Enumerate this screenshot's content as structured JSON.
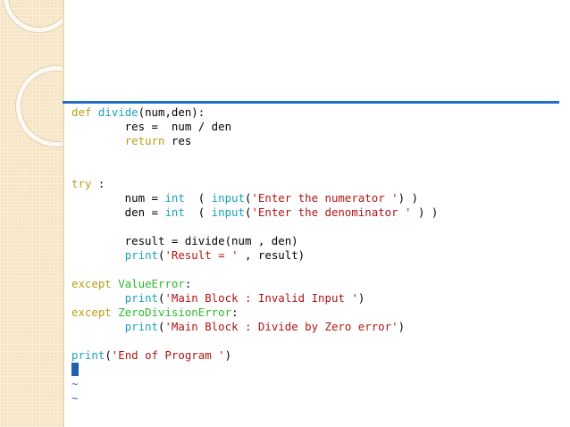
{
  "code": {
    "lines": [
      [
        {
          "t": "def",
          "c": "kw"
        },
        {
          "t": " "
        },
        {
          "t": "divide",
          "c": "fn"
        },
        {
          "t": "(num,den):"
        }
      ],
      [
        {
          "t": "        res =  num / den"
        }
      ],
      [
        {
          "t": "        "
        },
        {
          "t": "return",
          "c": "kw"
        },
        {
          "t": " res"
        }
      ],
      [],
      [],
      [
        {
          "t": "try",
          "c": "kw"
        },
        {
          "t": " :"
        }
      ],
      [
        {
          "t": "        num = "
        },
        {
          "t": "int",
          "c": "fn"
        },
        {
          "t": "  ( "
        },
        {
          "t": "input",
          "c": "fn"
        },
        {
          "t": "("
        },
        {
          "t": "'Enter the numerator '",
          "c": "str"
        },
        {
          "t": ") )"
        }
      ],
      [
        {
          "t": "        den = "
        },
        {
          "t": "int",
          "c": "fn"
        },
        {
          "t": "  ( "
        },
        {
          "t": "input",
          "c": "fn"
        },
        {
          "t": "("
        },
        {
          "t": "'Enter the denominator '",
          "c": "str"
        },
        {
          "t": " ) )"
        }
      ],
      [],
      [
        {
          "t": "        result = divide(num , den)"
        }
      ],
      [
        {
          "t": "        "
        },
        {
          "t": "print",
          "c": "fn"
        },
        {
          "t": "("
        },
        {
          "t": "'Result = '",
          "c": "str"
        },
        {
          "t": " , result)"
        }
      ],
      [],
      [
        {
          "t": "except",
          "c": "kw"
        },
        {
          "t": " "
        },
        {
          "t": "ValueError",
          "c": "ex"
        },
        {
          "t": ":"
        }
      ],
      [
        {
          "t": "        "
        },
        {
          "t": "print",
          "c": "fn"
        },
        {
          "t": "("
        },
        {
          "t": "'Main Block : Invalid Input '",
          "c": "str"
        },
        {
          "t": ")"
        }
      ],
      [
        {
          "t": "except",
          "c": "kw"
        },
        {
          "t": " "
        },
        {
          "t": "ZeroDivisionError",
          "c": "ex"
        },
        {
          "t": ":"
        }
      ],
      [
        {
          "t": "        "
        },
        {
          "t": "print",
          "c": "fn"
        },
        {
          "t": "("
        },
        {
          "t": "'Main Block : Divide by Zero error'",
          "c": "str"
        },
        {
          "t": ")"
        }
      ],
      [],
      [
        {
          "t": "print",
          "c": "fn"
        },
        {
          "t": "("
        },
        {
          "t": "'End of Program '",
          "c": "str"
        },
        {
          "t": ")"
        }
      ]
    ],
    "empty_line_marker": "~",
    "empty_line_count": 2
  },
  "colors": {
    "keyword": "#b5a017",
    "builtin": "#1a9fbf",
    "exception": "#2db82d",
    "string": "#b01414",
    "rule": "#1f6fc1",
    "cursor": "#1f5fb0"
  }
}
